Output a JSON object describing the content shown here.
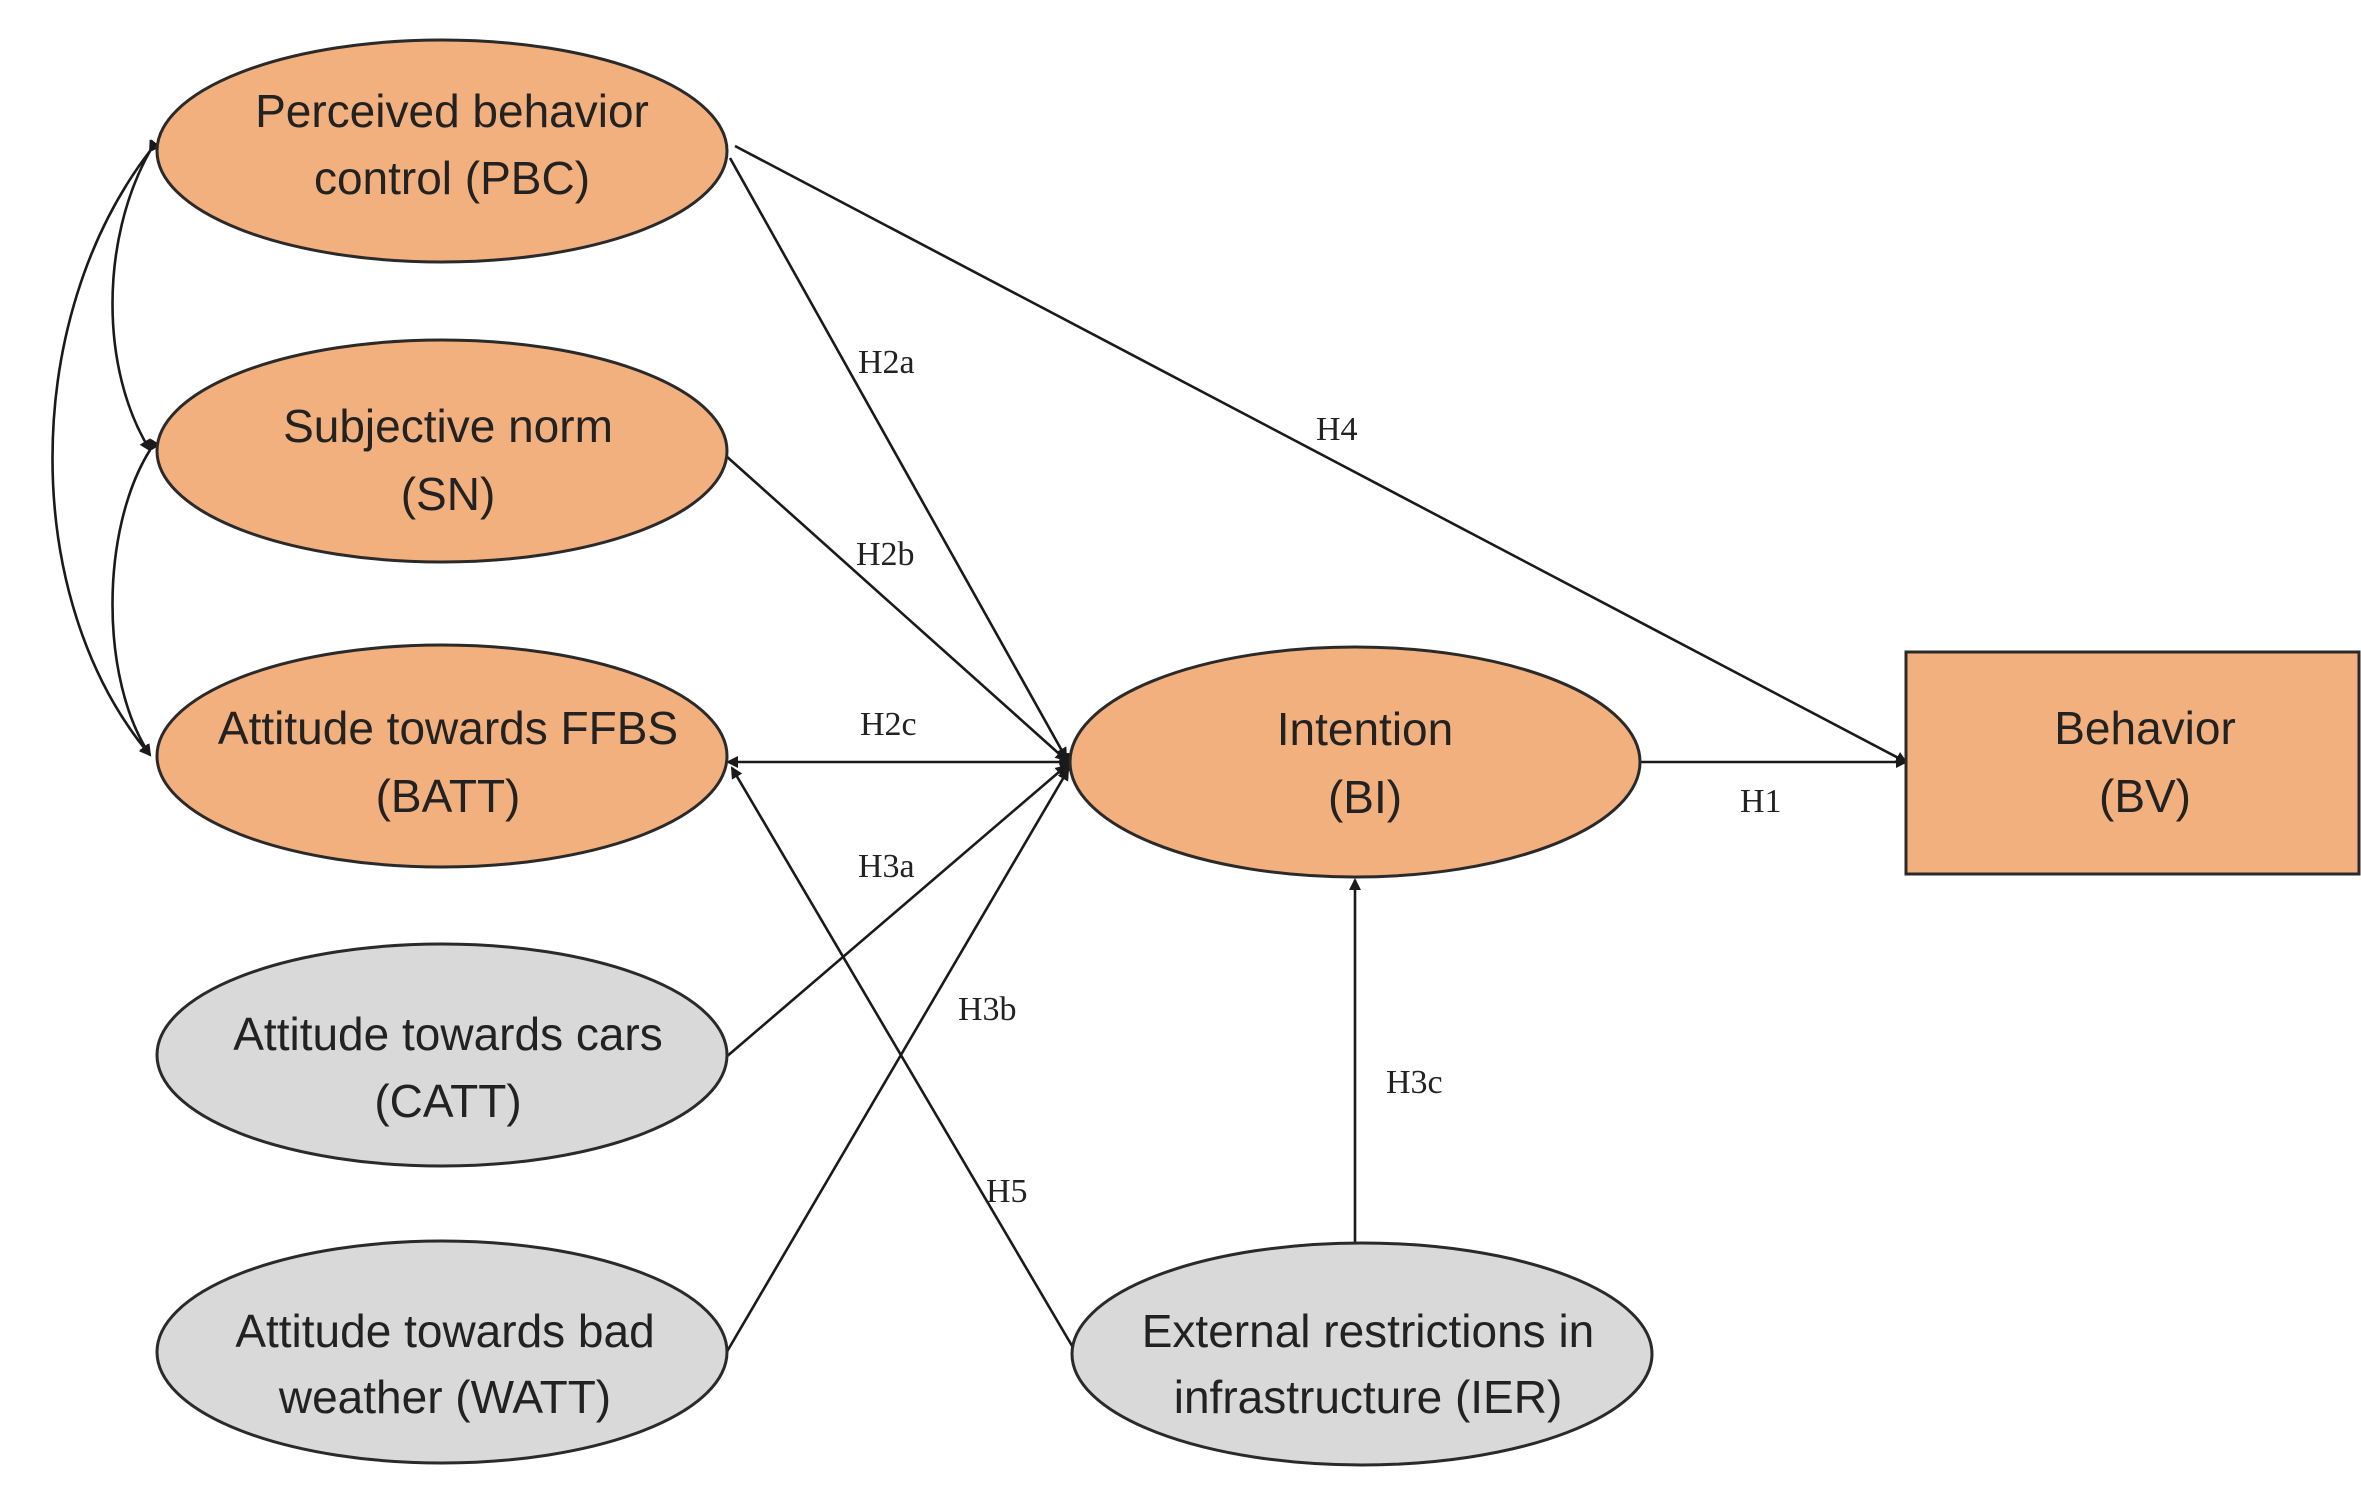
{
  "colors": {
    "construct_fill": "#f2b07e",
    "external_fill": "#d9d9d9",
    "stroke": "#2a2a2a",
    "text": "#222222"
  },
  "nodes": {
    "pbc": {
      "line1": "Perceived behavior",
      "line2": "control (PBC)"
    },
    "sn": {
      "line1": "Subjective norm",
      "line2": "(SN)"
    },
    "batt": {
      "line1": "Attitude towards FFBS",
      "line2": "(BATT)"
    },
    "catt": {
      "line1": "Attitude towards cars",
      "line2": "(CATT)"
    },
    "watt": {
      "line1": "Attitude towards bad",
      "line2": "weather (WATT)"
    },
    "bi": {
      "line1": "Intention",
      "line2": "(BI)"
    },
    "ier": {
      "line1": "External restrictions in",
      "line2": "infrastructure (IER)"
    },
    "bv": {
      "line1": "Behavior",
      "line2": "(BV)"
    }
  },
  "edges": {
    "h1": "H1",
    "h2a": "H2a",
    "h2b": "H2b",
    "h2c": "H2c",
    "h3a": "H3a",
    "h3b": "H3b",
    "h3c": "H3c",
    "h4": "H4",
    "h5": "H5"
  }
}
